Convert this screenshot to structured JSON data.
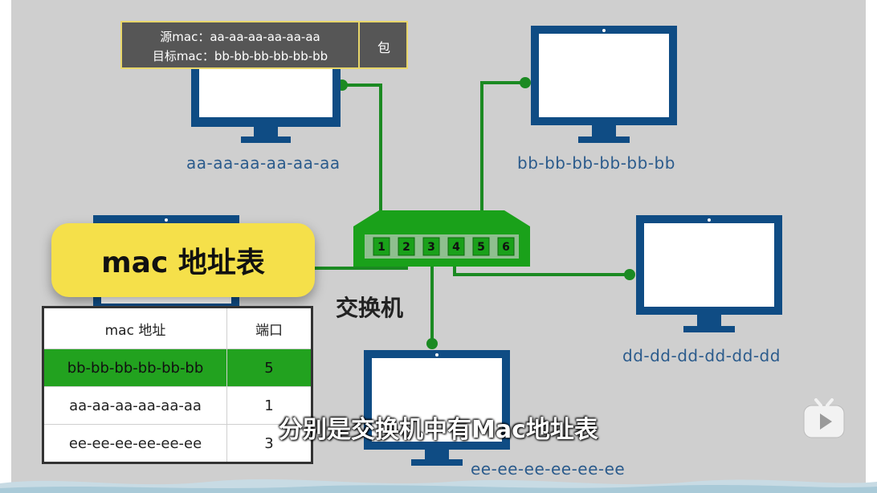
{
  "packet": {
    "src_label": "源mac：aa-aa-aa-aa-aa-aa",
    "dst_label": "目标mac：bb-bb-bb-bb-bb-bb",
    "tag": "包"
  },
  "computers": {
    "a": "aa-aa-aa-aa-aa-aa",
    "b": "bb-bb-bb-bb-bb-bb",
    "d": "dd-dd-dd-dd-dd-dd",
    "e": "ee-ee-ee-ee-ee-ee"
  },
  "switch": {
    "label": "交换机",
    "ports": [
      "1",
      "2",
      "3",
      "4",
      "5",
      "6"
    ]
  },
  "title": "mac 地址表",
  "mac_table": {
    "headers": [
      "mac 地址",
      "端口"
    ],
    "rows": [
      {
        "mac": "bb-bb-bb-bb-bb-bb",
        "port": "5"
      },
      {
        "mac": "aa-aa-aa-aa-aa-aa",
        "port": "1"
      },
      {
        "mac": "ee-ee-ee-ee-ee-ee",
        "port": "3"
      }
    ]
  },
  "subtitle": "分别是交换机中有Mac地址表",
  "colors": {
    "monitor": "#0f4c84",
    "cable": "#1b8a22",
    "switch": "#1aa11a",
    "highlight": "#22a21f",
    "pill": "#f5e04a"
  }
}
